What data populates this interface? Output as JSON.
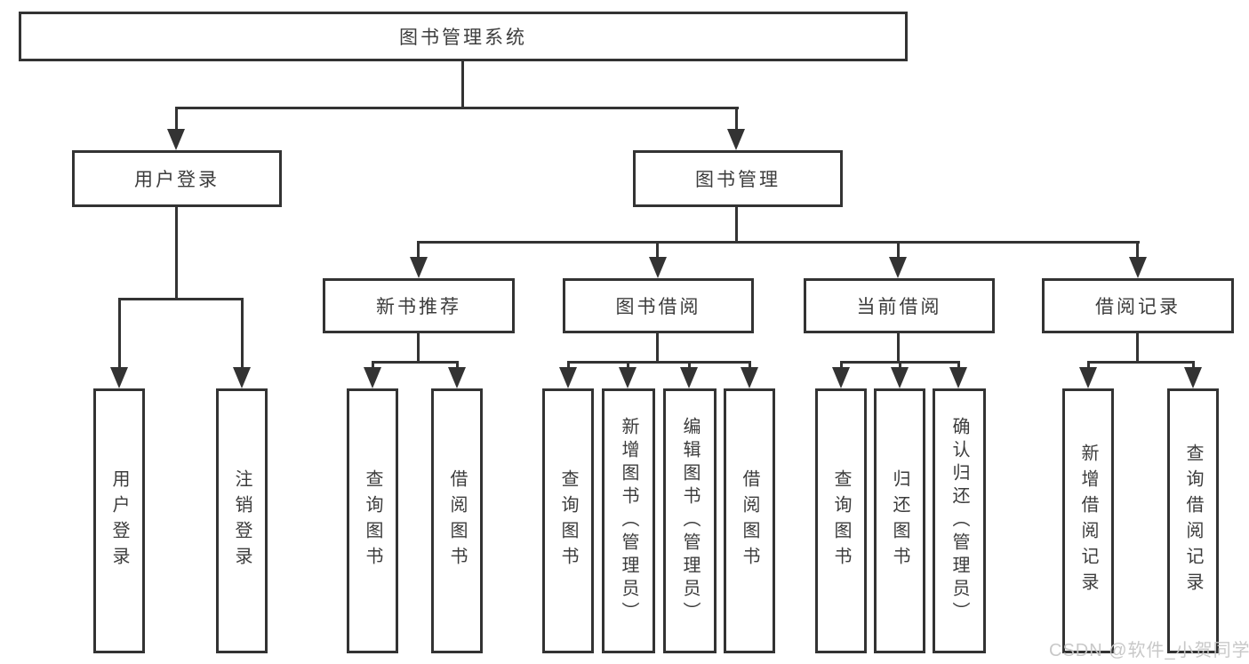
{
  "nodes": {
    "root": "图书管理系统",
    "userLogin": "用户登录",
    "bookMgmt": "图书管理",
    "newBookRec": "新书推荐",
    "bookBorrow": "图书借阅",
    "currentBorrow": "当前借阅",
    "borrowRecord": "借阅记录"
  },
  "leaves": {
    "userLogin": [
      "用户登录",
      "注销登录"
    ],
    "newBookRec": [
      "查询图书",
      "借阅图书"
    ],
    "bookBorrow": [
      "查询图书",
      "新增图书（管理员）",
      "编辑图书（管理员）",
      "借阅图书"
    ],
    "currentBorrow": [
      "查询图书",
      "归还图书",
      "确认归还（管理员）"
    ],
    "borrowRecord": [
      "新增借阅记录",
      "查询借阅记录"
    ]
  },
  "watermark": "CSDN @软件_小贺同学",
  "colors": {
    "line": "#333333",
    "text": "#3c3c3c",
    "background": "#ffffff",
    "watermark": "#c6c6c6"
  }
}
